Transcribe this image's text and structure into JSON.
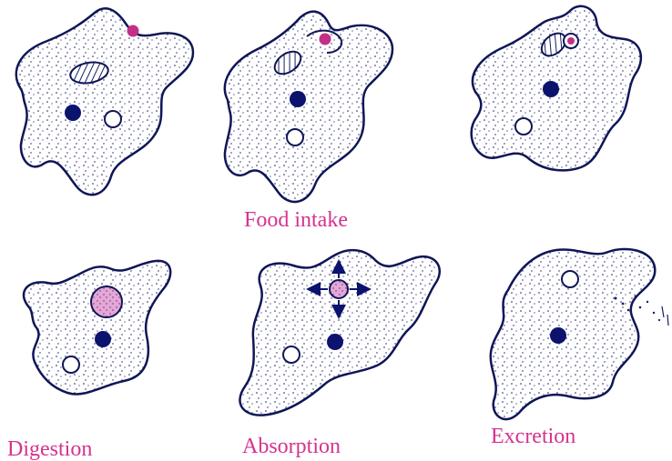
{
  "labels": {
    "food_intake": "Food intake",
    "digestion": "Digestion",
    "absorption": "Absorption",
    "excretion": "Excretion"
  },
  "colors": {
    "outline": "#0f1656",
    "dots": "#151d63",
    "nucleus": "#0b136e",
    "food_particle": "#c42f86",
    "food_vacuole": "#e2a8d7",
    "label_text": "#d5338f",
    "background": "#ffffff"
  },
  "icons": {
    "arrow": "absorption-arrow-icon"
  }
}
